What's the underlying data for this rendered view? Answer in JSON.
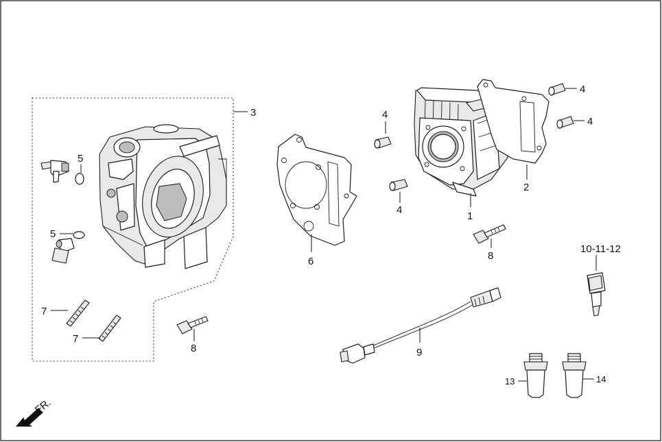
{
  "labels": {
    "cylinder": "1",
    "gasket_base": "2",
    "head_assembly": "3",
    "dowel_a": "4",
    "dowel_b": "4",
    "dowel_c": "4",
    "dowel_d": "4",
    "oring_a": "5",
    "oring_b": "5",
    "head_gasket": "6",
    "stud_a": "7",
    "stud_b": "7",
    "bolt_a": "8",
    "bolt_b": "8",
    "sensor_cable": "9",
    "temp_sensor": "10-11-12",
    "valve_guide_a": "13",
    "valve_guide_b": "14"
  },
  "front_indicator": "FR."
}
